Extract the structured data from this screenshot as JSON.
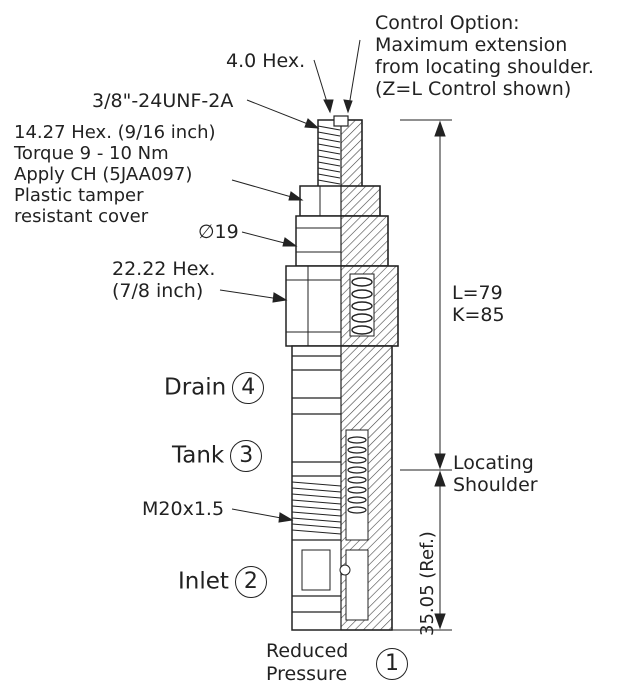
{
  "callouts": {
    "control_option": [
      "Control Option:",
      "Maximum extension",
      "from locating shoulder.",
      "(Z=L Control shown)"
    ],
    "hex_4": "4.0 Hex.",
    "thread_unf": "3/8\"-24UNF-2A",
    "hex_1427": [
      "14.27 Hex. (9/16 inch)",
      "Torque 9 - 10 Nm",
      "Apply CH (5JAA097)",
      "Plastic tamper",
      "resistant cover"
    ],
    "diameter": "∅19",
    "hex_2222": [
      "22.22 Hex.",
      "(7/8 inch)"
    ],
    "thread_metric": "M20x1.5",
    "dims": [
      "L=79",
      "K=85"
    ],
    "locating_shoulder": [
      "Locating",
      "Shoulder"
    ],
    "ref_dim": "35.05 (Ref.)"
  },
  "ports": [
    {
      "name": "Drain",
      "number": "4"
    },
    {
      "name": "Tank",
      "number": "3"
    },
    {
      "name": "Inlet",
      "number": "2"
    },
    {
      "name": "Reduced Pressure",
      "number": "1"
    }
  ]
}
